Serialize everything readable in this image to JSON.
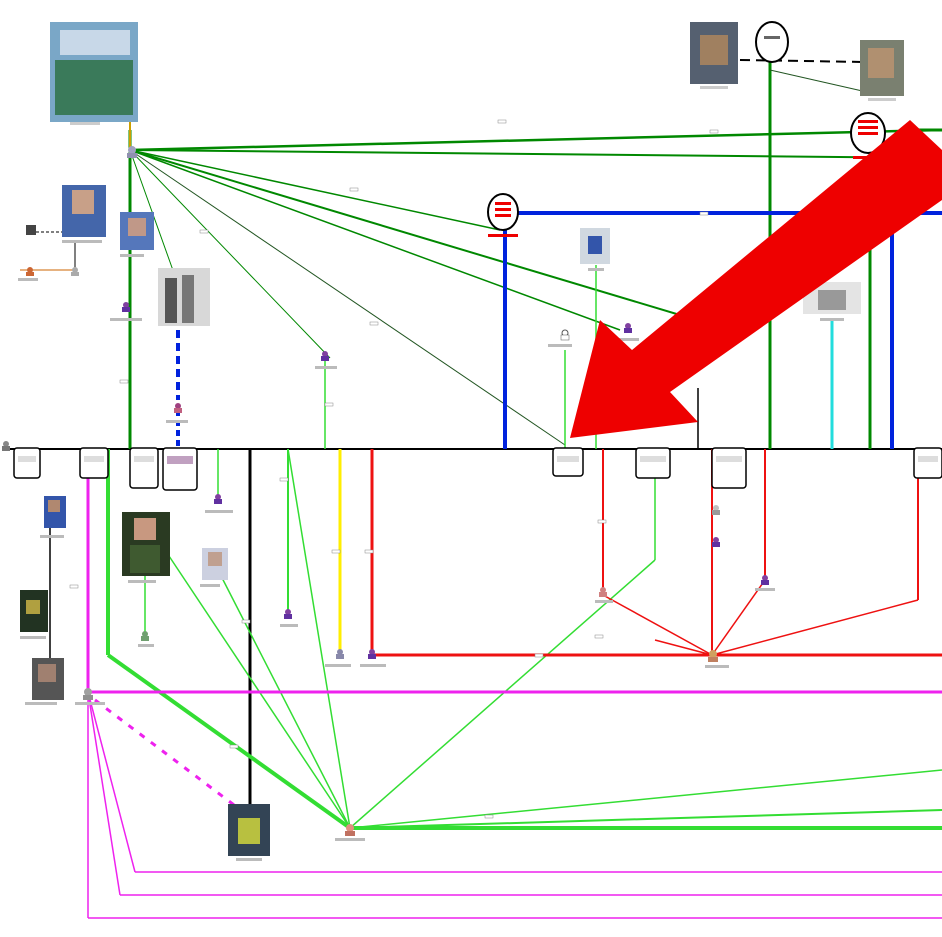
{
  "title": "",
  "nodes": {
    "org_circle_top": "Org",
    "org_circle_right": "Org",
    "org_circle_mid": "Org",
    "timeline_label": ""
  },
  "link_labels": {
    "top_main": "",
    "right_mid": ""
  },
  "colors": {
    "green_dark": "#007a00",
    "green_light": "#33dd33",
    "blue": "#0022dd",
    "magenta": "#ee22ee",
    "red": "#ee1111",
    "yellow": "#ffee00",
    "cyan": "#22dddd",
    "black": "#000000",
    "arrow": "#ee0000"
  }
}
